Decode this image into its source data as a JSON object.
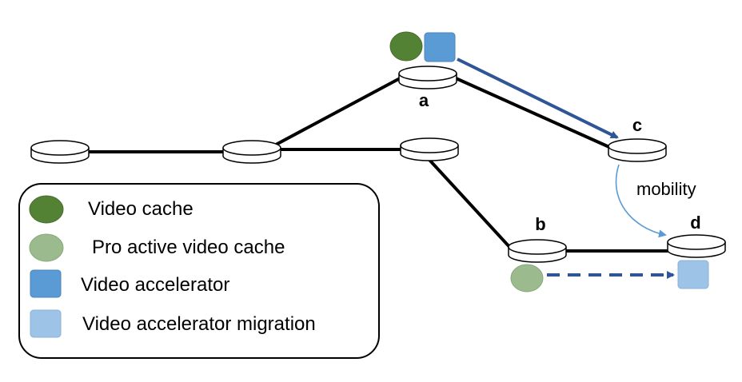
{
  "nodes": {
    "a": {
      "label": "a"
    },
    "b": {
      "label": "b"
    },
    "c": {
      "label": "c"
    },
    "d": {
      "label": "d"
    }
  },
  "edges": {
    "mobility": {
      "label": "mobility"
    }
  },
  "legend": {
    "items": [
      {
        "label": "Video cache",
        "color": "#548235",
        "shape": "ellipse"
      },
      {
        "label": "Pro active video cache",
        "color": "#9bbb8e",
        "shape": "ellipse"
      },
      {
        "label": "Video accelerator",
        "color": "#5b9bd5",
        "shape": "rounded-square"
      },
      {
        "label": "Video accelerator migration",
        "color": "#9dc3e6",
        "shape": "rounded-square"
      }
    ]
  },
  "colors": {
    "link": "#000000",
    "flow_arrow": "#2f5597",
    "mobility_arrow": "#5b9bd5"
  }
}
